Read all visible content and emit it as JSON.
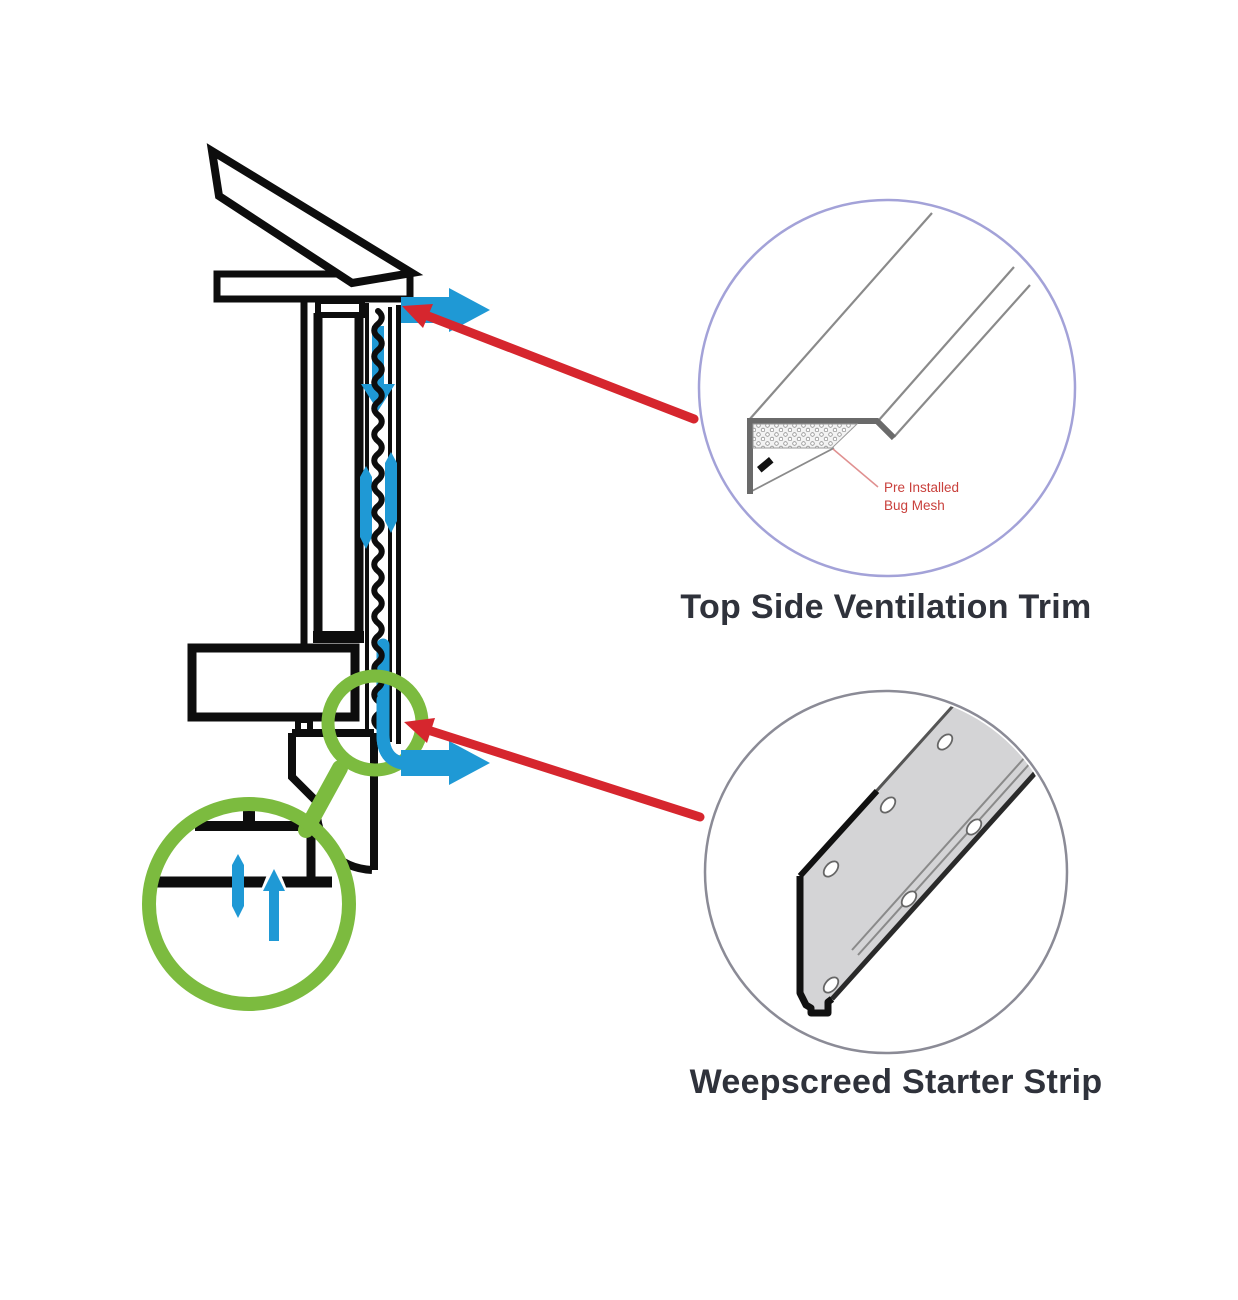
{
  "diagram": {
    "callouts": [
      {
        "id": "top-side-ventilation-trim",
        "label": "Top Side Ventilation Trim",
        "annotation": {
          "line1": "Pre Installed",
          "line2": "Bug Mesh"
        },
        "circle_color": "#A3A2D8"
      },
      {
        "id": "weepscreed-starter-strip",
        "label": "Weepscreed Starter Strip",
        "circle_color": "#8B8B96"
      }
    ],
    "colors": {
      "airflow_blue": "#1F99D5",
      "highlight_green": "#7CBB3F",
      "pointer_red": "#D6262E",
      "line_black": "#0D0D0D",
      "label_text": "#2F323B",
      "annotation_red": "#C9403C",
      "metal_gray": "#D4D4D6",
      "trim_gray": "#8A8A8A"
    }
  }
}
